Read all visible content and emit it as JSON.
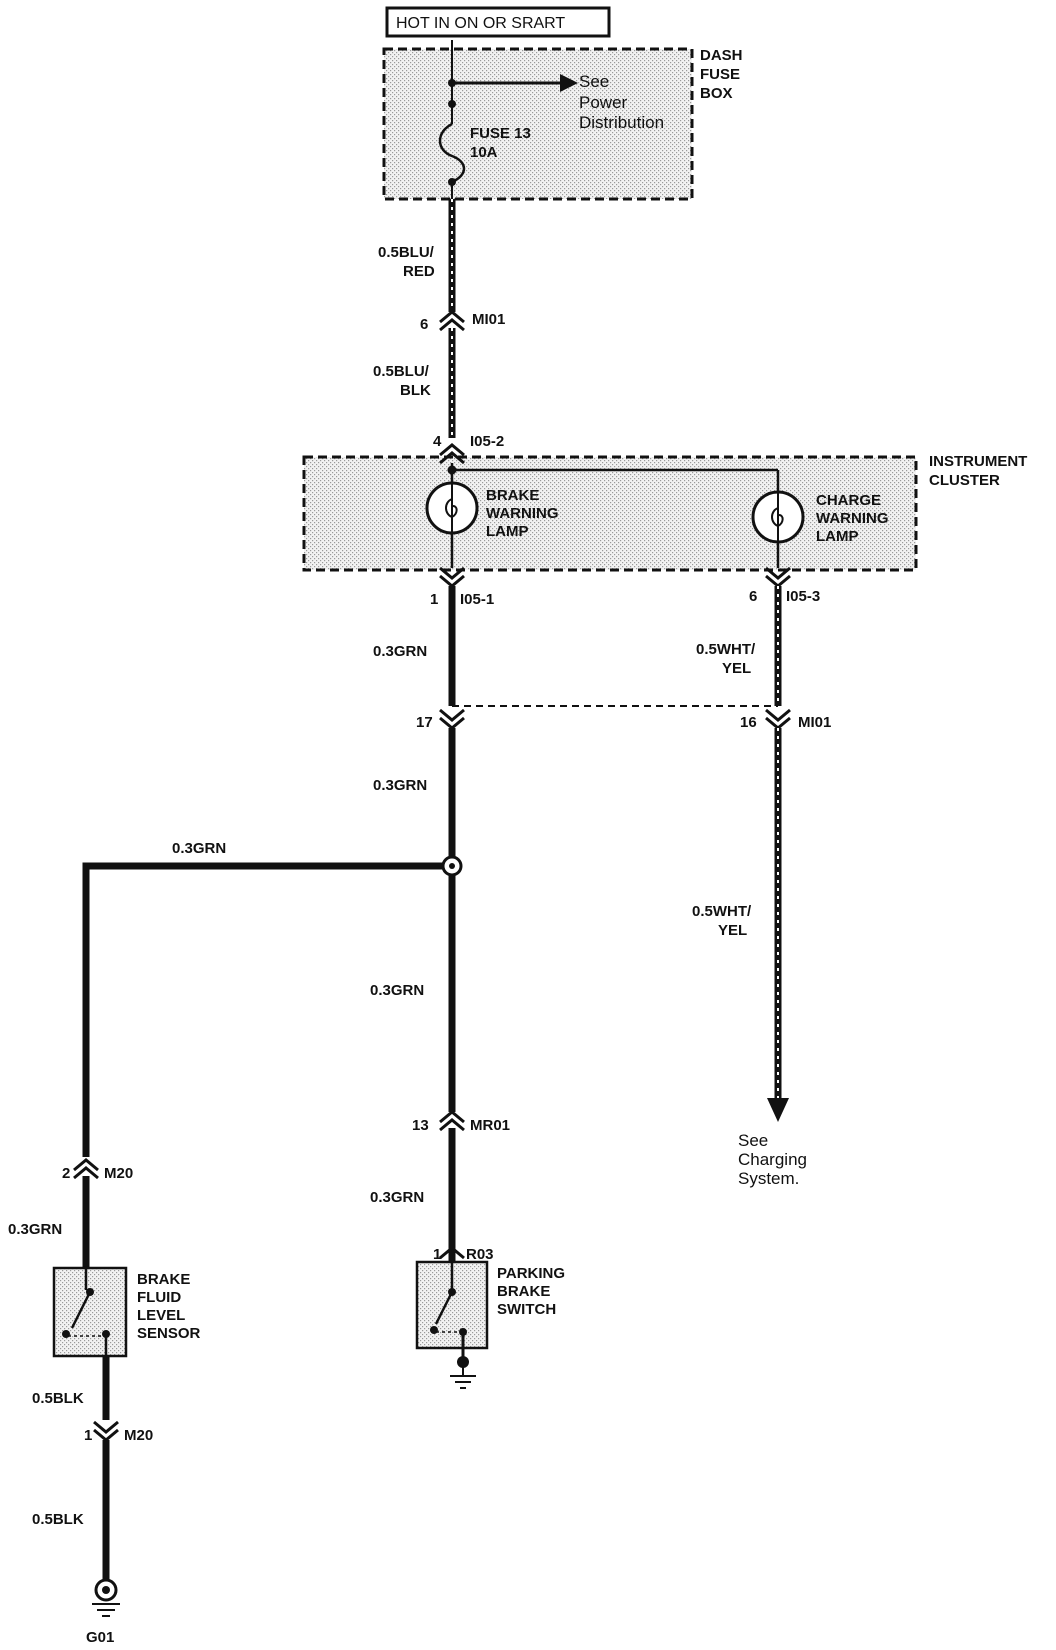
{
  "header": {
    "label": "HOT IN ON OR SRART"
  },
  "dash_fuse_box": {
    "label_lines": [
      "DASH",
      "FUSE",
      "BOX"
    ],
    "fuse_name": "FUSE 13",
    "fuse_rating": "10A",
    "see_lines": [
      "See",
      "Power",
      "Distribution"
    ]
  },
  "wires": {
    "w1_lines": [
      "0.5BLU/",
      "RED"
    ],
    "w2_lines": [
      "0.5BLU/",
      "BLK"
    ],
    "grn": "0.3GRN",
    "wht_lines": [
      "0.5WHT/",
      "YEL"
    ],
    "blk": "0.5BLK"
  },
  "connectors": {
    "mi01_top": {
      "pin": "6",
      "name": "MI01"
    },
    "i05_2": {
      "pin": "4",
      "name": "I05-2"
    },
    "i05_1": {
      "pin": "1",
      "name": "I05-1"
    },
    "i05_3": {
      "pin": "6",
      "name": "I05-3"
    },
    "mi01_left": {
      "pin": "17"
    },
    "mi01_right": {
      "pin": "16",
      "name": "MI01"
    },
    "mr01": {
      "pin": "13",
      "name": "MR01"
    },
    "m20_top": {
      "pin": "2",
      "name": "M20"
    },
    "r03": {
      "pin": "1",
      "name": "R03"
    },
    "m20_bottom": {
      "pin": "1",
      "name": "M20"
    }
  },
  "instrument_cluster": {
    "label_lines": [
      "INSTRUMENT",
      "CLUSTER"
    ],
    "brake_lamp_lines": [
      "BRAKE",
      "WARNING",
      "LAMP"
    ],
    "charge_lamp_lines": [
      "CHARGE",
      "WARNING",
      "LAMP"
    ]
  },
  "components": {
    "brake_fluid_lines": [
      "BRAKE",
      "FLUID",
      "LEVEL",
      "SENSOR"
    ],
    "parking_brake_lines": [
      "PARKING",
      "BRAKE",
      "SWITCH"
    ]
  },
  "references": {
    "charging_lines": [
      "See",
      "Charging",
      "System."
    ]
  },
  "ground": {
    "label": "G01"
  }
}
